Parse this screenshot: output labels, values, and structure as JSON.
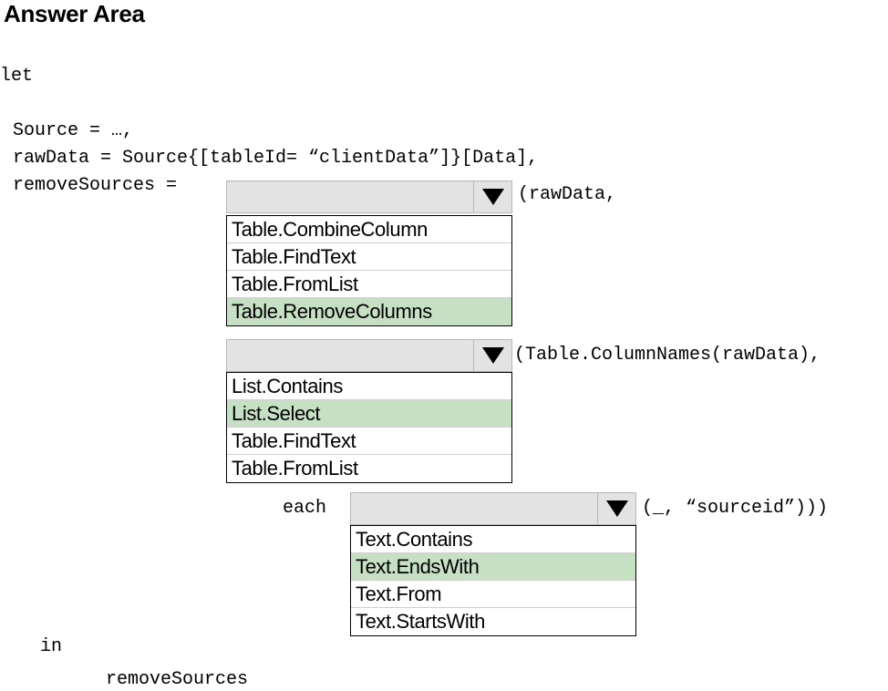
{
  "header": {
    "title": "Answer Area"
  },
  "code": {
    "let": "let",
    "source_line": "Source = …,",
    "rawdata_line": "rawData = Source{[tableId= “clientData”]}[Data],",
    "remove_prefix": "removeSources =",
    "after_dropdown1": "(rawData,",
    "after_dropdown2": "(Table.ColumnNames(rawData),",
    "each": "each",
    "after_dropdown3": "(_, “sourceid”)))",
    "in": "in",
    "result": "removeSources"
  },
  "dropdowns": [
    {
      "options": [
        "Table.CombineColumn",
        "Table.FindText",
        "Table.FromList",
        "Table.RemoveColumns"
      ],
      "highlighted": "Table.RemoveColumns"
    },
    {
      "options": [
        "List.Contains",
        "List.Select",
        "Table.FindText",
        "Table.FromList"
      ],
      "highlighted": "List.Select"
    },
    {
      "options": [
        "Text.Contains",
        "Text.EndsWith",
        "Text.From",
        "Text.StartsWith"
      ],
      "highlighted": "Text.EndsWith"
    }
  ],
  "colors": {
    "highlight": "#c6e0c3",
    "select_background": "#e3e3e3"
  }
}
